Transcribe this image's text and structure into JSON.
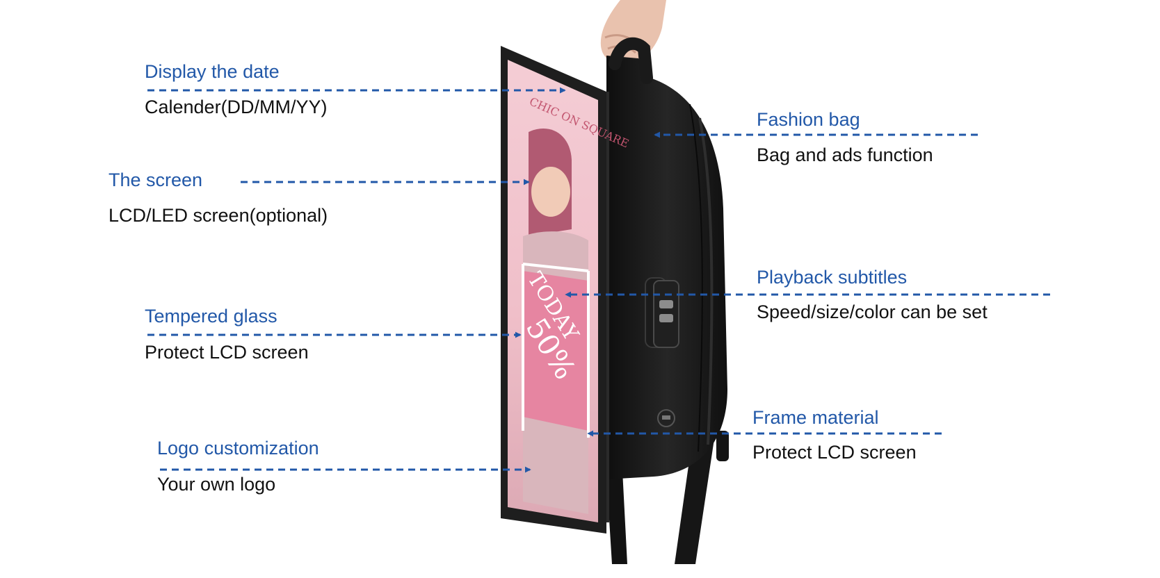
{
  "colors": {
    "accent": "#2258a8",
    "text": "#111111",
    "screen_bg": "#f1c6cf",
    "bag": "#161616",
    "frame": "#1e1e1e",
    "promo_pink": "#e77c9c"
  },
  "callouts": {
    "date": {
      "title": "Display the date",
      "desc": "Calender(DD/MM/YY)"
    },
    "screen": {
      "title": "The screen",
      "desc": "LCD/LED screen(optional)"
    },
    "glass": {
      "title": "Tempered glass",
      "desc": "Protect LCD screen"
    },
    "logo": {
      "title": "Logo customization",
      "desc": "Your own logo"
    },
    "bag": {
      "title": "Fashion bag",
      "desc": "Bag and ads function"
    },
    "subtitles": {
      "title": "Playback subtitles",
      "desc": "Speed/size/color can be set"
    },
    "frame": {
      "title": "Frame material",
      "desc": "Protect LCD screen"
    }
  },
  "product_screen": {
    "brand": "CHIC ON SQUARE",
    "promo_word": "TODAY",
    "promo_value": "50%"
  },
  "icons": [
    "arrow-right-icon",
    "arrow-left-icon",
    "combination-lock-icon",
    "usb-port-icon"
  ]
}
